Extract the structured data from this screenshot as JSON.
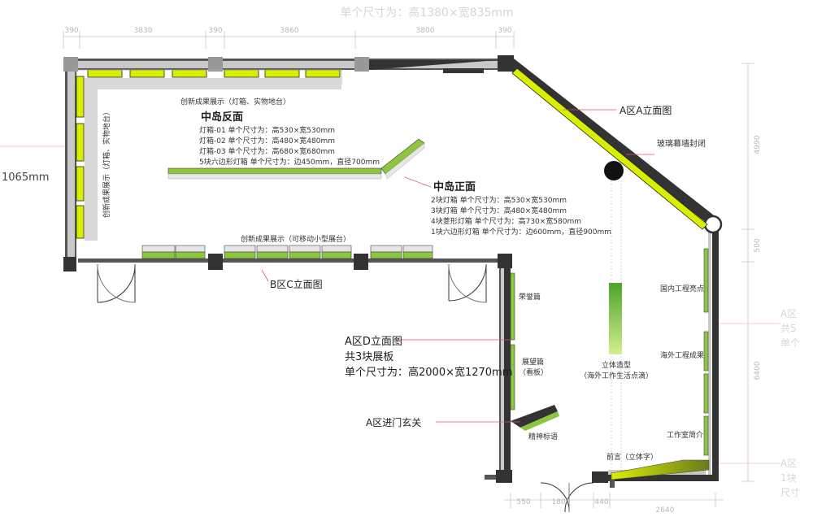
{
  "title": "单个尺寸为：高1380×宽835mm",
  "dims_top": [
    "390",
    "3830",
    "390",
    "3860",
    "3800",
    "390"
  ],
  "dims_bottom": [
    "550",
    "1800",
    "440",
    "2640"
  ],
  "dims_right": [
    "4990",
    "500",
    "6400"
  ],
  "left_cut_text": "1065mm",
  "left_wall_label": "创新成果展示（灯箱、实物地台）",
  "top_display_label": "创新成果展示（灯箱、实物地台）",
  "island_back": {
    "title": "中岛反面",
    "lines": [
      "灯箱-01  单个尺寸为：高530×宽530mm",
      "灯箱-02  单个尺寸为：高480×宽480mm",
      "灯箱-03  单个尺寸为：高680×宽680mm",
      "5块六边形灯箱  单个尺寸为：边450mm，直径700mm"
    ]
  },
  "island_front": {
    "title": "中岛正面",
    "lines": [
      "2块灯箱  单个尺寸为：高530×宽530mm",
      "3块灯箱  单个尺寸为：高480×宽480mm",
      "4块菱形灯箱  单个尺寸为：高730×宽580mm",
      "1块六边形灯箱  单个尺寸为：边600mm，直径900mm"
    ]
  },
  "area_a_elev": "A区A立面图",
  "glass_wall": "玻璃幕墙封闭",
  "movable_label": "创新成果展示（可移动小型展台）",
  "area_bc_elev": "B区C立面图",
  "area_ad": {
    "title": "A区D立面图",
    "count": "共3块展板",
    "size": "单个尺寸为：高2000×宽1270mm"
  },
  "entry_label": "A区进门玄关",
  "honor": "荣誉篇",
  "outlook": "展望篇",
  "outlook_sub": "（看板）",
  "spirit": "精神标语",
  "sculpture": "立体造型",
  "sculpture_sub": "（海外工作生活点滴）",
  "domestic": "国内工程亮点",
  "overseas": "海外工程成果",
  "studio": "工作室简介",
  "preface": "前言（立体字）",
  "right_cut_1": [
    "A区",
    "共5",
    "单个"
  ],
  "right_cut_2": [
    "A区",
    "1块",
    "尺寸"
  ],
  "colors": {
    "wall": "#333333",
    "lightbox": "#d8f000",
    "panel": "#d9d9d9",
    "accent_line": "#e0566a",
    "green": "#8cc63f"
  }
}
